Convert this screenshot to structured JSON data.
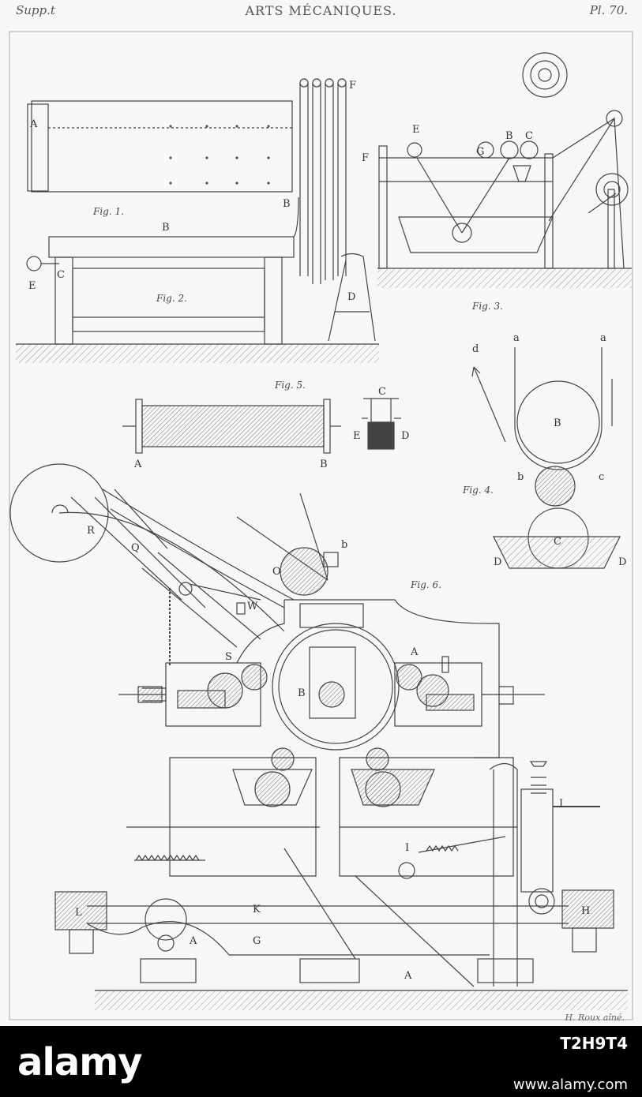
{
  "header": {
    "left": "Supp.t",
    "title": "ARTS MÉCANIQUES.",
    "right": "Pl. 70."
  },
  "engraver": "H. Roux aîné.",
  "figures": {
    "fig1": "Fig. 1.",
    "fig2": "Fig. 2.",
    "fig3": "Fig. 3.",
    "fig4": "Fig. 4.",
    "fig5": "Fig. 5.",
    "fig6": "Fig. 6."
  },
  "labels": {
    "A": "A",
    "B": "B",
    "C": "C",
    "D": "D",
    "E": "E",
    "F": "F",
    "G": "G",
    "H": "H",
    "I": "I",
    "K": "K",
    "L": "L",
    "O": "O",
    "Q": "Q",
    "R": "R",
    "S": "S",
    "W": "W",
    "a": "a",
    "b": "b",
    "c": "c",
    "d": "d"
  },
  "banner": {
    "brand": "alamy",
    "image_id": "T2H9T4",
    "site": "www.alamy.com"
  },
  "colors": {
    "ink": "#333333",
    "paper": "#f7f7f5",
    "banner": "#000000"
  }
}
